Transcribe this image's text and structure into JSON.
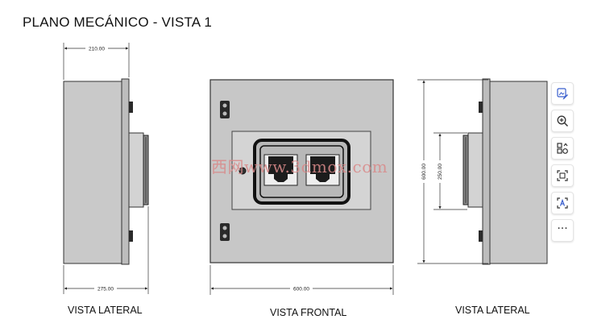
{
  "title": "PLANO MECÁNICO - VISTA 1",
  "views": {
    "left_label": "VISTA LATERAL",
    "front_label": "VISTA FRONTAL",
    "right_label": "VISTA LATERAL"
  },
  "dimensions": {
    "left_depth": "210.00",
    "left_total_depth": "275.00",
    "front_width": "600.00",
    "right_height": "600.00",
    "right_inner_height": "250.00"
  },
  "watermark": "西网www.3dmox.com",
  "toolbar": {
    "items": [
      {
        "name": "edit-image-icon"
      },
      {
        "name": "zoom-in-icon"
      },
      {
        "name": "shapes-icon"
      },
      {
        "name": "scan-icon"
      },
      {
        "name": "text-extract-icon"
      },
      {
        "name": "more-icon",
        "label": "···"
      }
    ]
  },
  "colors": {
    "panel_fill": "#c8c8c8",
    "panel_dark": "#9c9c9c",
    "outline": "#222222",
    "watermark": "#d98a8a"
  }
}
